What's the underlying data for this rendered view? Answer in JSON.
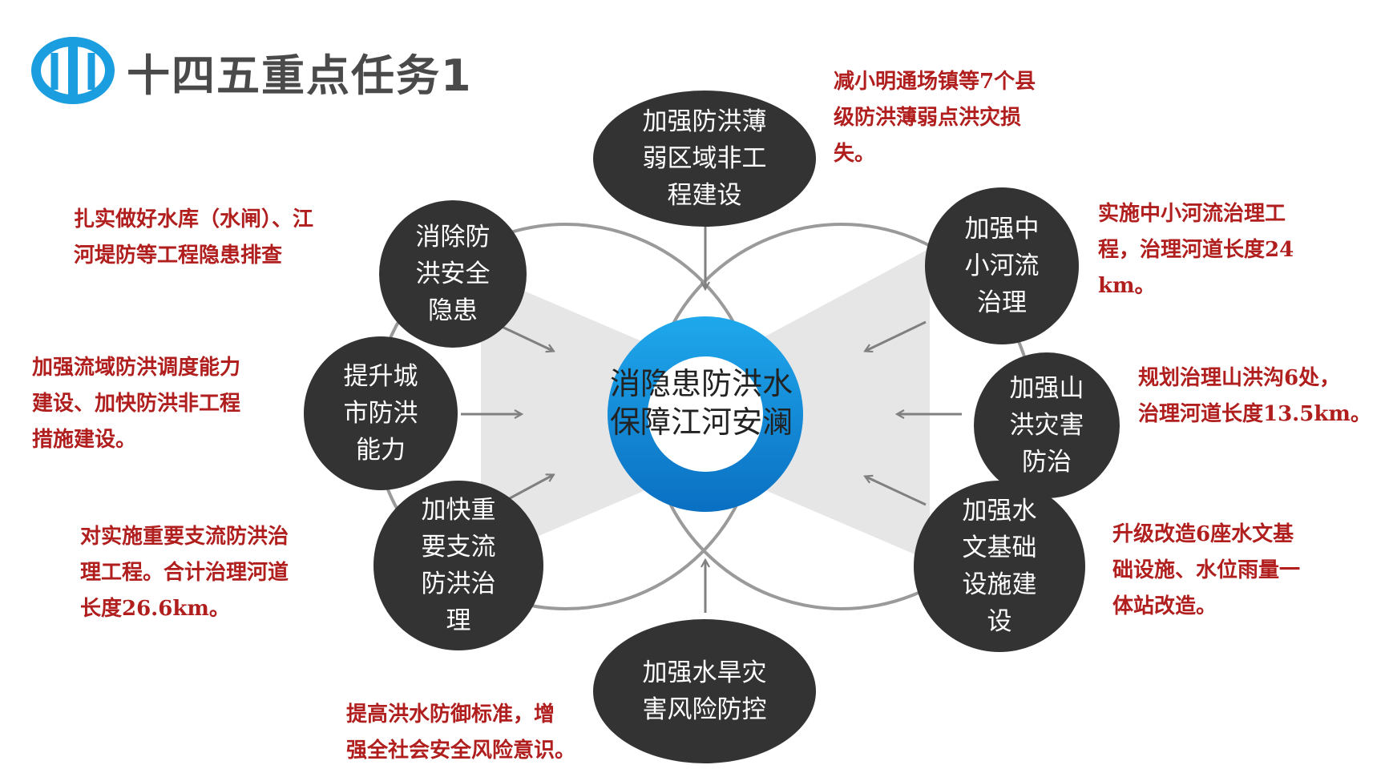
{
  "title": "十四五重点任务1",
  "logo_icon": "water-logo-icon",
  "colors": {
    "accent": "#1a9ee0",
    "node": "#333333",
    "note": "#b01e1e",
    "title": "#4a4a4a"
  },
  "center": {
    "text": "消隐患防洪水\n保障江河安澜"
  },
  "nodes": {
    "top": "加强防洪薄\n弱区域非工\n程建设",
    "upper_left": "消除防\n洪安全\n隐患",
    "left": "提升城\n市防洪\n能力",
    "lower_left": "加快重\n要支流\n防洪治\n理",
    "bottom": "加强水旱灾\n害风险防控",
    "upper_right": "加强中\n小河流\n治理",
    "right": "加强山\n洪灾害\n防治",
    "lower_right": "加强水\n文基础\n设施建\n设"
  },
  "notes": {
    "top": "减小明通场镇等7个县\n级防洪薄弱点洪灾损\n失。",
    "upper_left": "扎实做好水库（水闸）、江\n河堤防等工程隐患排查",
    "left": "加强流域防洪调度能力\n建设、加快防洪非工程\n措施建设。",
    "lower_left": "对实施重要支流防洪治\n理工程。合计治理河道\n长度26.6km。",
    "bottom": "提高洪水防御标准，增\n强全社会安全风险意识。",
    "upper_right": "实施中小河流治理工\n程，治理河道长度24\nkm。",
    "right": "规划治理山洪沟6处，\n治理河道长度13.5km。",
    "lower_right": "升级改造6座水文基\n础设施、水位雨量一\n体站改造。"
  }
}
